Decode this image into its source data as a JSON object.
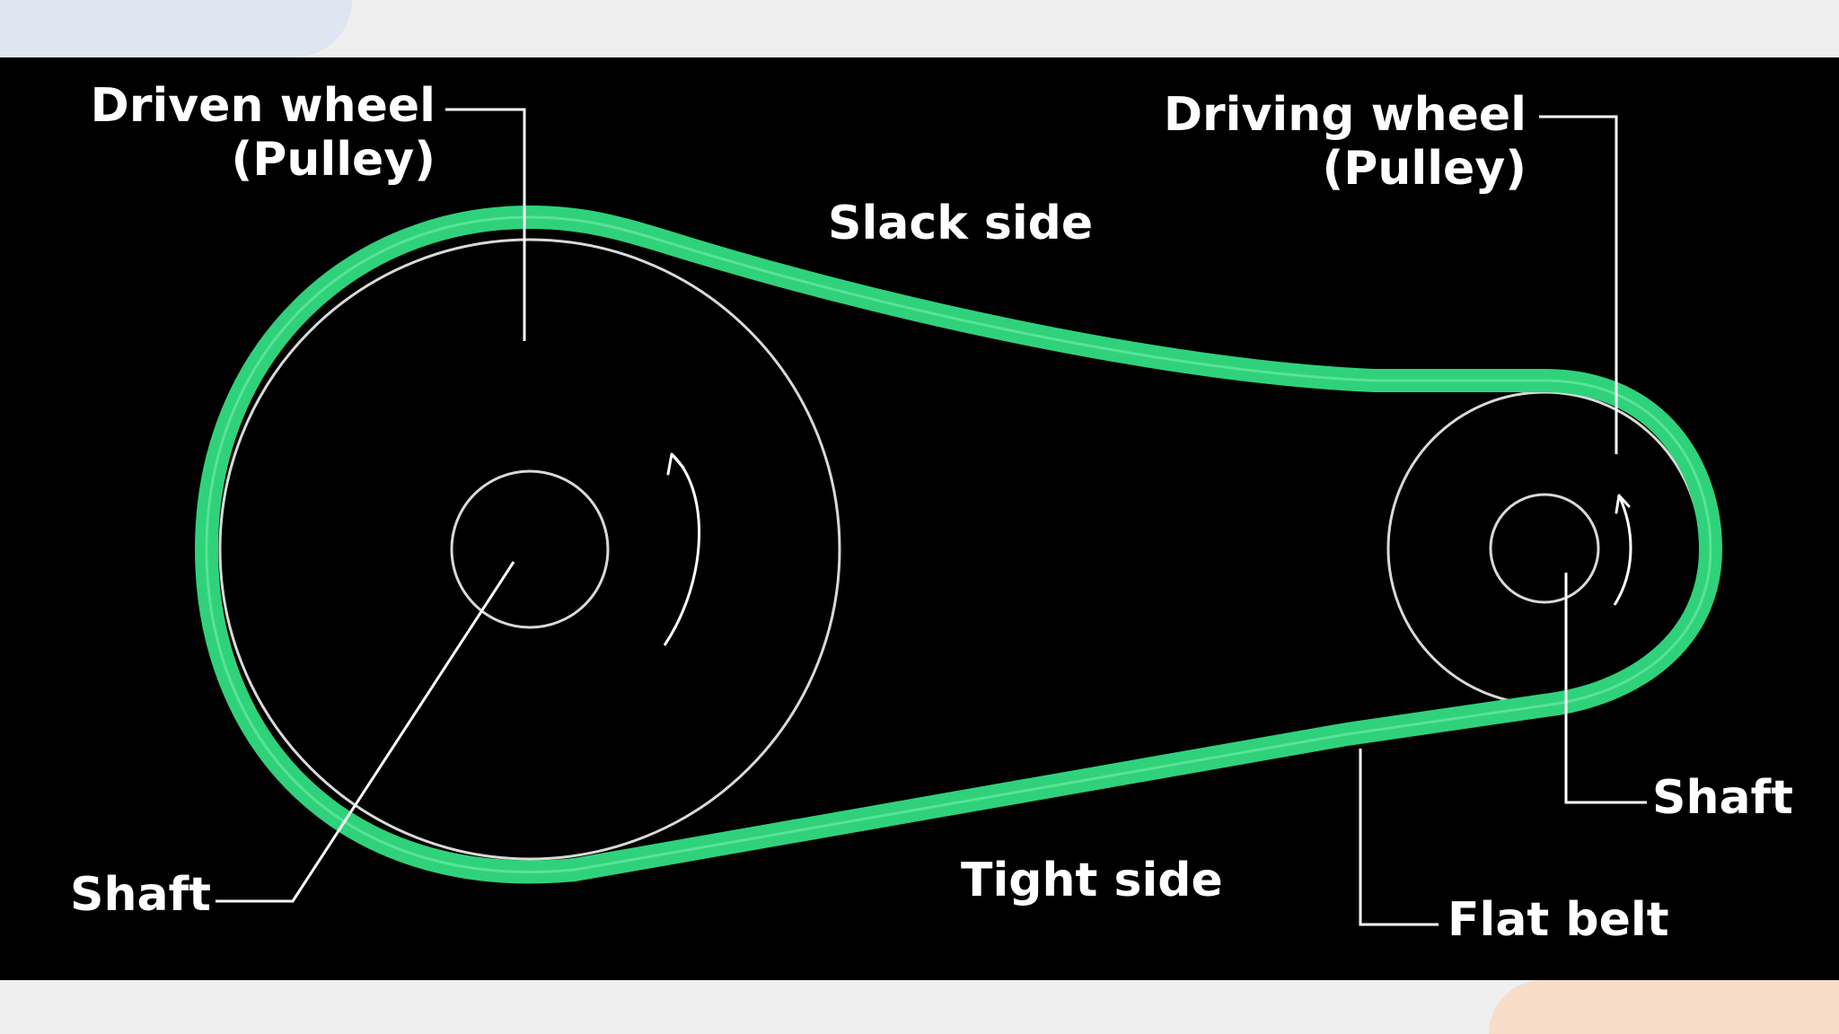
{
  "labels": {
    "driven_wheel_line1": "Driven wheel",
    "driven_wheel_line2": "(Pulley)",
    "driving_wheel_line1": "Driving wheel",
    "driving_wheel_line2": "(Pulley)",
    "slack_side": "Slack side",
    "tight_side": "Tight side",
    "shaft_left": "Shaft",
    "shaft_right": "Shaft",
    "flat_belt": "Flat belt"
  },
  "colors": {
    "belt": "#2fd27a",
    "belt_highlight": "#7cf0ae",
    "line": "#ffffff",
    "background": "#000000"
  }
}
